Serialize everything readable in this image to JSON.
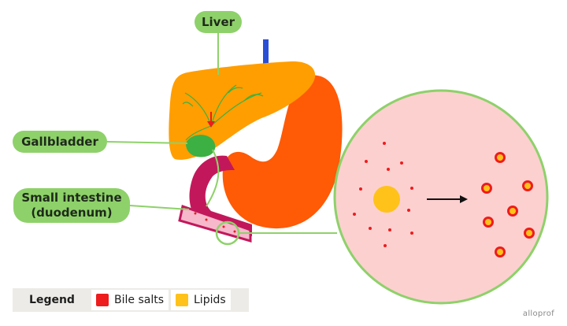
{
  "labels": {
    "liver": "Liver",
    "gallbladder": "Gallbladder",
    "small_intestine_line1": "Small intestine",
    "small_intestine_line2": "(duodenum)"
  },
  "legend": {
    "title": "Legend",
    "items": [
      {
        "label": "Bile salts",
        "color": "#ee1c1c"
      },
      {
        "label": "Lipids",
        "color": "#ffc21a"
      }
    ]
  },
  "brand": "alloprof",
  "colors": {
    "liver": "#ff9e00",
    "stomach": "#ff5a06",
    "gallbladder": "#3cb043",
    "duodenum": "#c2185b",
    "esophagus": "#2a4fd6",
    "callout": "#8ed16a",
    "zoom_fill": "#fdd0d0",
    "bile_salt": "#ee1c1c",
    "lipid": "#ffc21a"
  },
  "icons": [
    "arrow-right-icon",
    "bile-flow-arrow-icon"
  ]
}
